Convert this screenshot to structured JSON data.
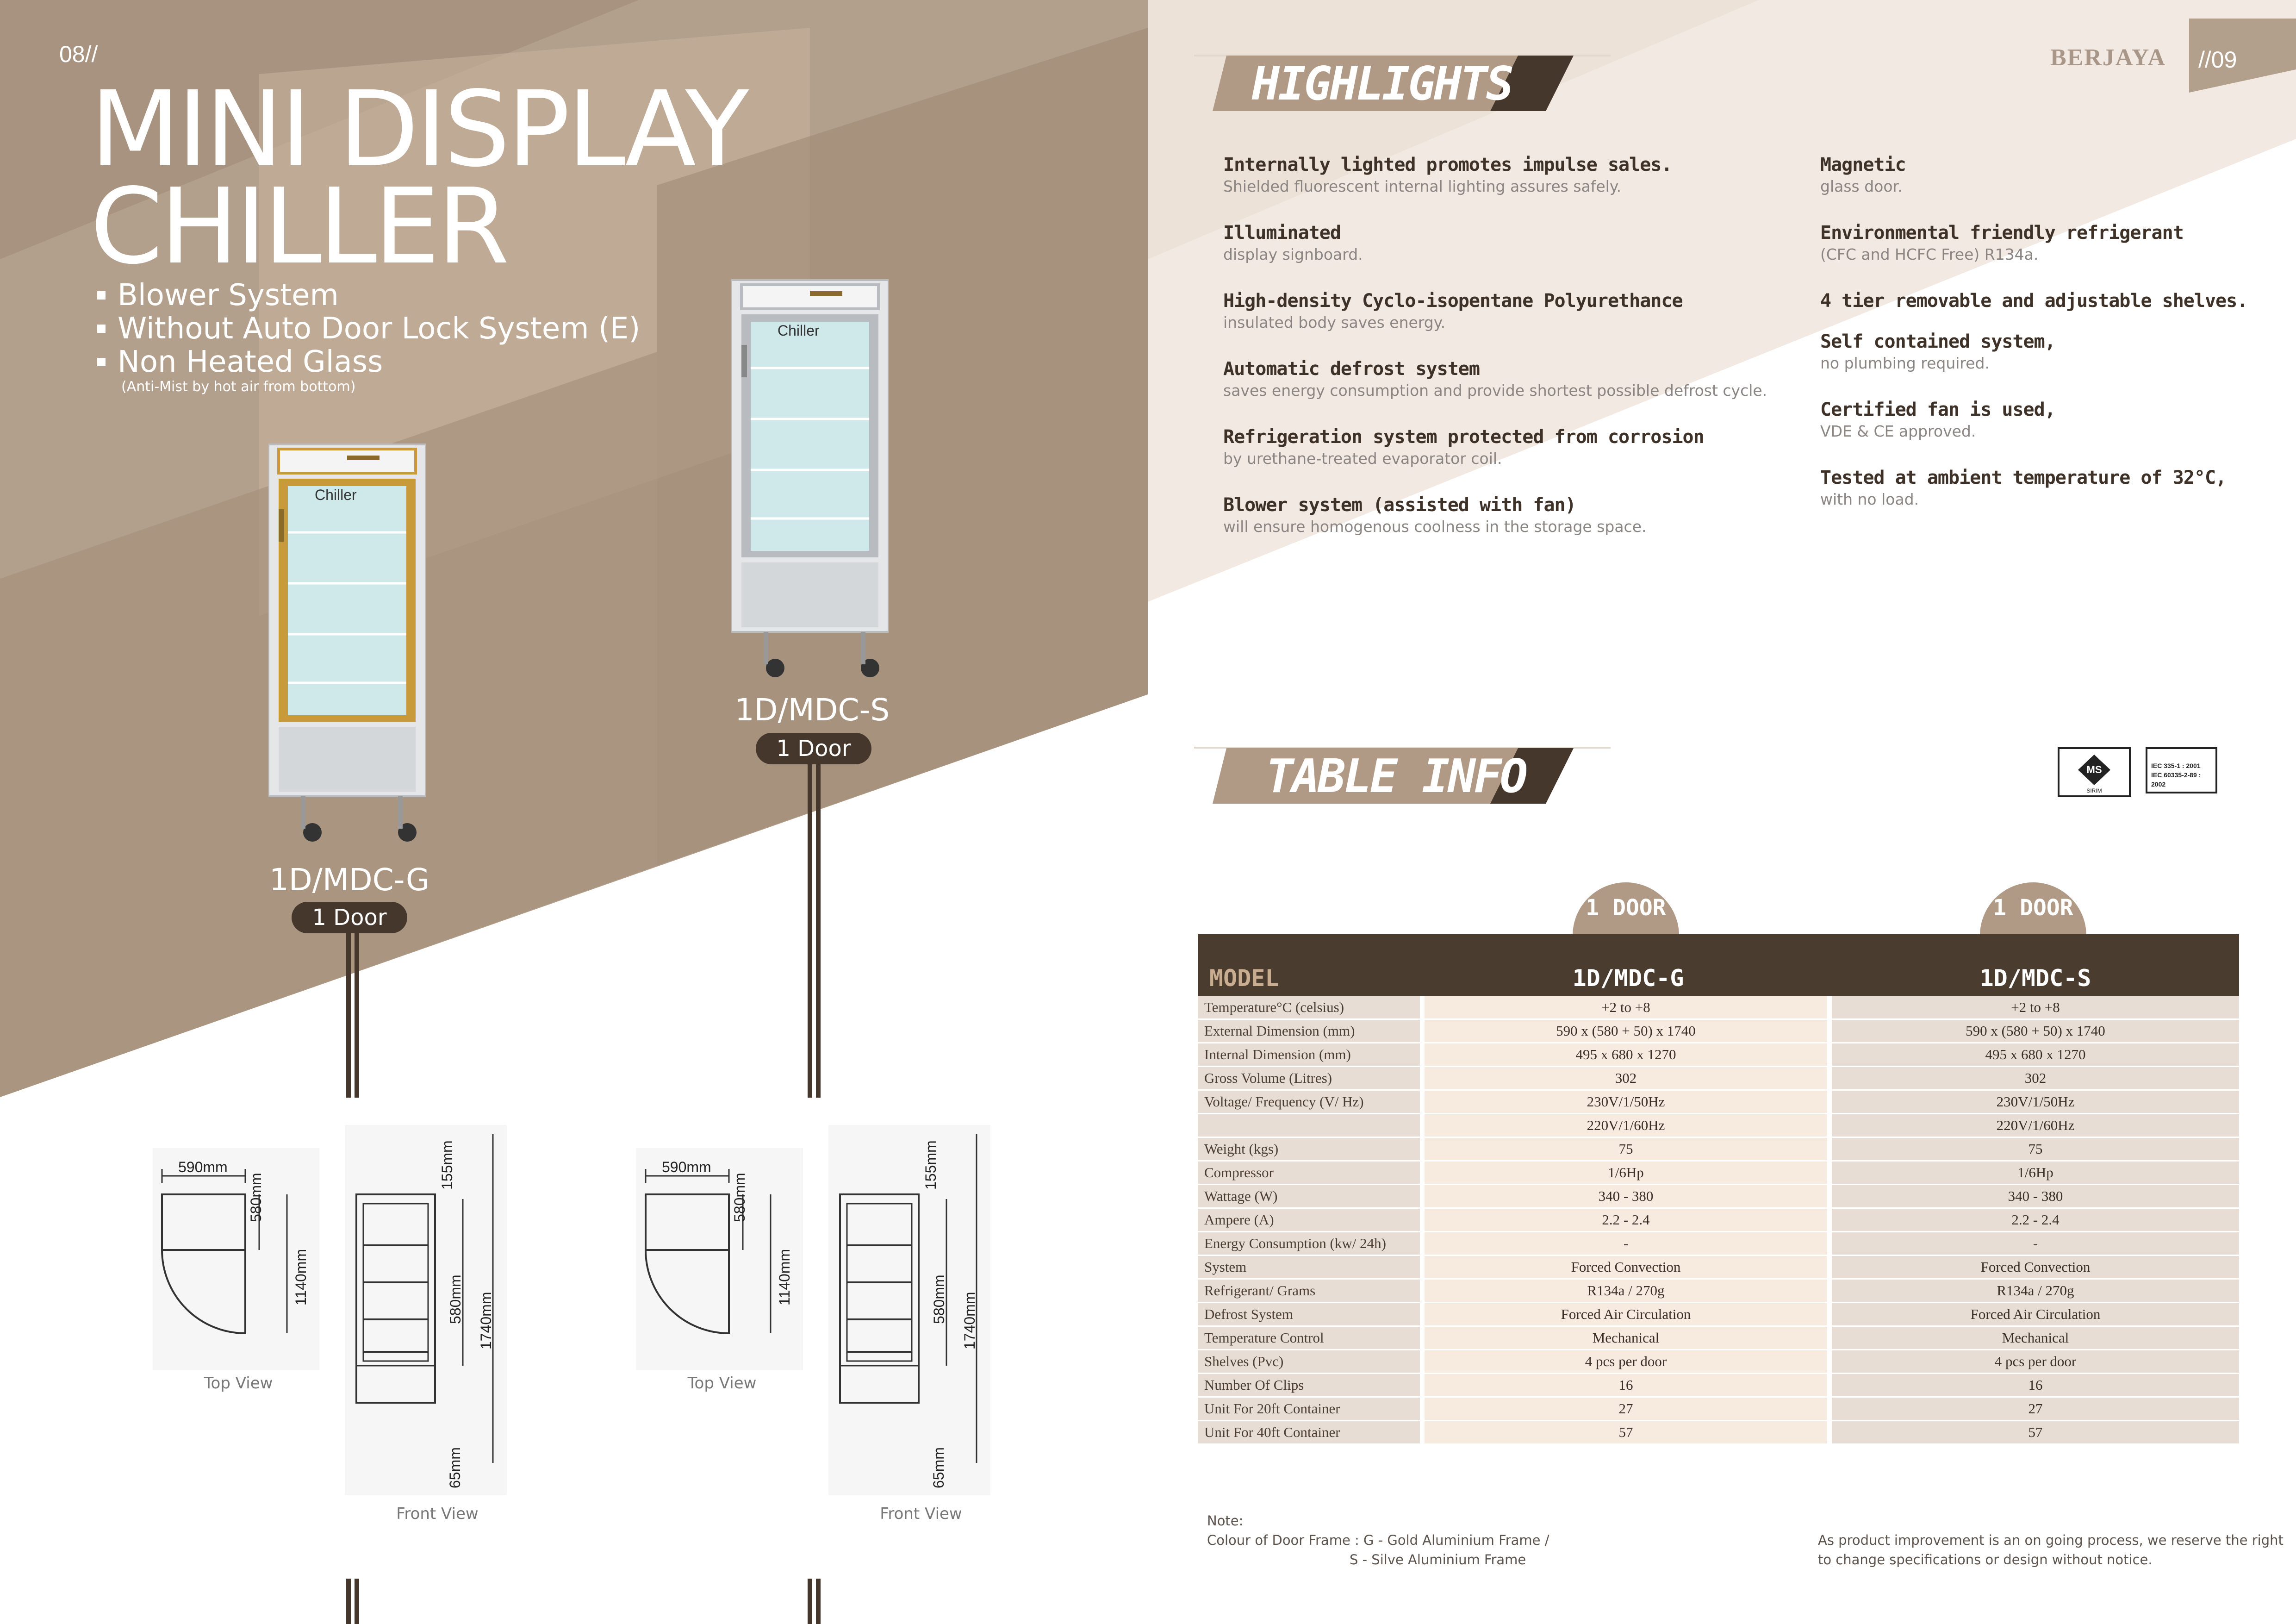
{
  "left_page": {
    "page_number": "08//",
    "title_line1": "MINI DISPLAY",
    "title_line2": "CHILLER",
    "features": [
      "Blower System",
      "Without Auto Door Lock System (E)",
      "Non Heated Glass"
    ],
    "feature_note": "(Anti-Mist by hot air from bottom)",
    "products": [
      {
        "model": "1D/MDC-G",
        "doors": "1 Door",
        "frame_color": "#c89a3a",
        "cabinet_label": "Chiller"
      },
      {
        "model": "1D/MDC-S",
        "doors": "1 Door",
        "frame_color": "#b8bcc0",
        "cabinet_label": "Chiller"
      }
    ],
    "drawings": {
      "width_label": "590mm",
      "depth_label": "580mm",
      "depth_total_label": "1140mm",
      "top_gap_label": "155mm",
      "inner_height_label": "580mm",
      "total_height_label": "1740mm",
      "bottom_gap_label": "65mm",
      "top_view": "Top View",
      "front_view": "Front View"
    }
  },
  "right_page": {
    "brand": "BERJAYA",
    "page_number": "//09",
    "highlights_heading": "HIGHLIGHTS",
    "highlights_left": [
      {
        "title": "Internally lighted promotes impulse sales.",
        "desc": "Shielded fluorescent internal lighting assures safely."
      },
      {
        "title": "Illuminated",
        "desc": "display signboard."
      },
      {
        "title": "High-density Cyclo-isopentane Polyurethance",
        "desc": "insulated body saves energy."
      },
      {
        "title": "Automatic defrost system",
        "desc": "saves energy consumption and provide shortest possible defrost cycle."
      },
      {
        "title": "Refrigeration system protected from corrosion",
        "desc": "by urethane-treated evaporator coil."
      },
      {
        "title": "Blower system (assisted with fan)",
        "desc": "will ensure homogenous coolness in the storage space."
      }
    ],
    "highlights_right": [
      {
        "title": "Magnetic",
        "desc": "glass door."
      },
      {
        "title": "Environmental friendly refrigerant",
        "desc": "(CFC and HCFC Free) R134a."
      },
      {
        "title": "4 tier removable and adjustable shelves.",
        "desc": ""
      },
      {
        "title": "Self contained system,",
        "desc": "no plumbing required."
      },
      {
        "title": "Certified fan is used,",
        "desc": "VDE & CE approved."
      },
      {
        "title": "Tested at ambient temperature of 32°C,",
        "desc": "with no load."
      }
    ],
    "table_heading": "TABLE INFO",
    "cert_ms": "MS",
    "cert_sirim": "SIRIM",
    "cert_standards_1": "IEC 335-1 : 2001",
    "cert_standards_2": "IEC 60335-2-89 : 2002",
    "table": {
      "door_cap_1": "1 DOOR",
      "door_cap_2": "1 DOOR",
      "header_label": "MODEL",
      "header_col1": "1D/MDC-G",
      "header_col2": "1D/MDC-S",
      "rows": [
        {
          "label": "Temperature°C (celsius)",
          "v1": "+2 to +8",
          "v2": "+2 to +8"
        },
        {
          "label": "External Dimension (mm)",
          "v1": "590 x (580 + 50) x 1740",
          "v2": "590 x (580 + 50) x 1740"
        },
        {
          "label": "Internal Dimension (mm)",
          "v1": "495 x 680 x 1270",
          "v2": "495 x 680 x 1270"
        },
        {
          "label": "Gross Volume (Litres)",
          "v1": "302",
          "v2": "302"
        },
        {
          "label": "Voltage/ Frequency (V/ Hz)",
          "v1": "230V/1/50Hz",
          "v2": "230V/1/50Hz"
        },
        {
          "label": "",
          "v1": "220V/1/60Hz",
          "v2": "220V/1/60Hz"
        },
        {
          "label": "Weight (kgs)",
          "v1": "75",
          "v2": "75"
        },
        {
          "label": "Compressor",
          "v1": "1/6Hp",
          "v2": "1/6Hp"
        },
        {
          "label": "Wattage (W)",
          "v1": "340 - 380",
          "v2": "340 - 380"
        },
        {
          "label": "Ampere (A)",
          "v1": "2.2 - 2.4",
          "v2": "2.2 - 2.4"
        },
        {
          "label": "Energy Consumption (kw/ 24h)",
          "v1": "-",
          "v2": "-"
        },
        {
          "label": "System",
          "v1": "Forced Convection",
          "v2": "Forced Convection"
        },
        {
          "label": "Refrigerant/ Grams",
          "v1": "R134a / 270g",
          "v2": "R134a / 270g"
        },
        {
          "label": "Defrost System",
          "v1": "Forced Air Circulation",
          "v2": "Forced Air Circulation"
        },
        {
          "label": "Temperature Control",
          "v1": "Mechanical",
          "v2": "Mechanical"
        },
        {
          "label": "Shelves (Pvc)",
          "v1": "4 pcs per door",
          "v2": "4 pcs per door"
        },
        {
          "label": "Number Of Clips",
          "v1": "16",
          "v2": "16"
        },
        {
          "label": "Unit For 20ft Container",
          "v1": "27",
          "v2": "27"
        },
        {
          "label": "Unit For 40ft Container",
          "v1": "57",
          "v2": "57"
        }
      ]
    },
    "note_title": "Note:",
    "note_line1": "Colour of Door Frame : G - Gold Aluminium Frame /",
    "note_line2": "S - Silve Aluminium Frame",
    "disclaimer_line1": "As product improvement is an on going process, we reserve the right",
    "disclaimer_line2": "to change specifications or design without notice."
  }
}
